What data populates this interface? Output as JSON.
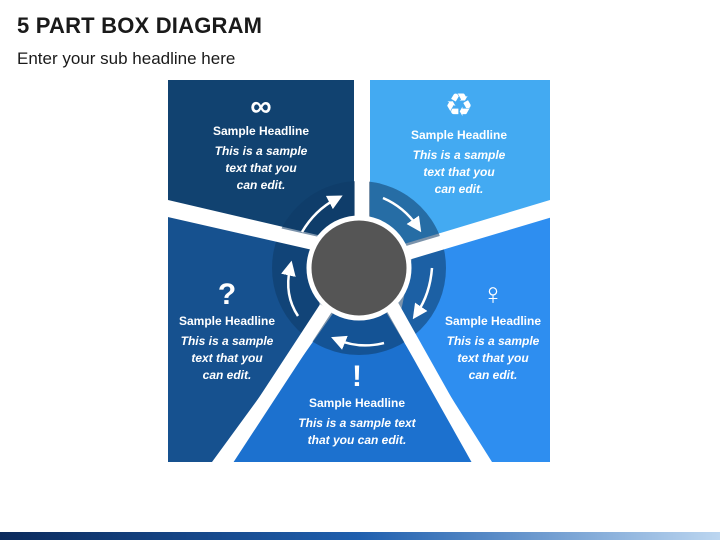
{
  "header": {
    "title": "5 PART BOX DIAGRAM",
    "subtitle": "Enter your sub headline here"
  },
  "colors": {
    "top_left": "#114270",
    "top_right": "#43aaf2",
    "right": "#2e8ef0",
    "bottom": "#1c71cf",
    "left": "#16518f",
    "hub": "#555555",
    "ring": "#0e3b66"
  },
  "segments": [
    {
      "id": "top-left",
      "icon": "∞",
      "icon_name": "infinity-icon",
      "headline": "Sample Headline",
      "lines": [
        "This is a sample",
        "text that you",
        "can edit."
      ]
    },
    {
      "id": "top-right",
      "icon": "♻",
      "icon_name": "recycle-icon",
      "headline": "Sample Headline",
      "lines": [
        "This is a sample",
        "text that you",
        "can edit."
      ]
    },
    {
      "id": "right",
      "icon": "♀",
      "icon_name": "female-icon",
      "headline": "Sample Headline",
      "lines": [
        "This is a sample",
        "text that you",
        "can edit."
      ]
    },
    {
      "id": "bottom",
      "icon": "!",
      "icon_name": "exclamation-icon",
      "headline": "Sample Headline",
      "lines": [
        "This is a sample text",
        "that you can edit."
      ]
    },
    {
      "id": "left",
      "icon": "?",
      "icon_name": "question-icon",
      "headline": "Sample Headline",
      "lines": [
        "This is a sample",
        "text that you",
        "can edit."
      ]
    }
  ]
}
